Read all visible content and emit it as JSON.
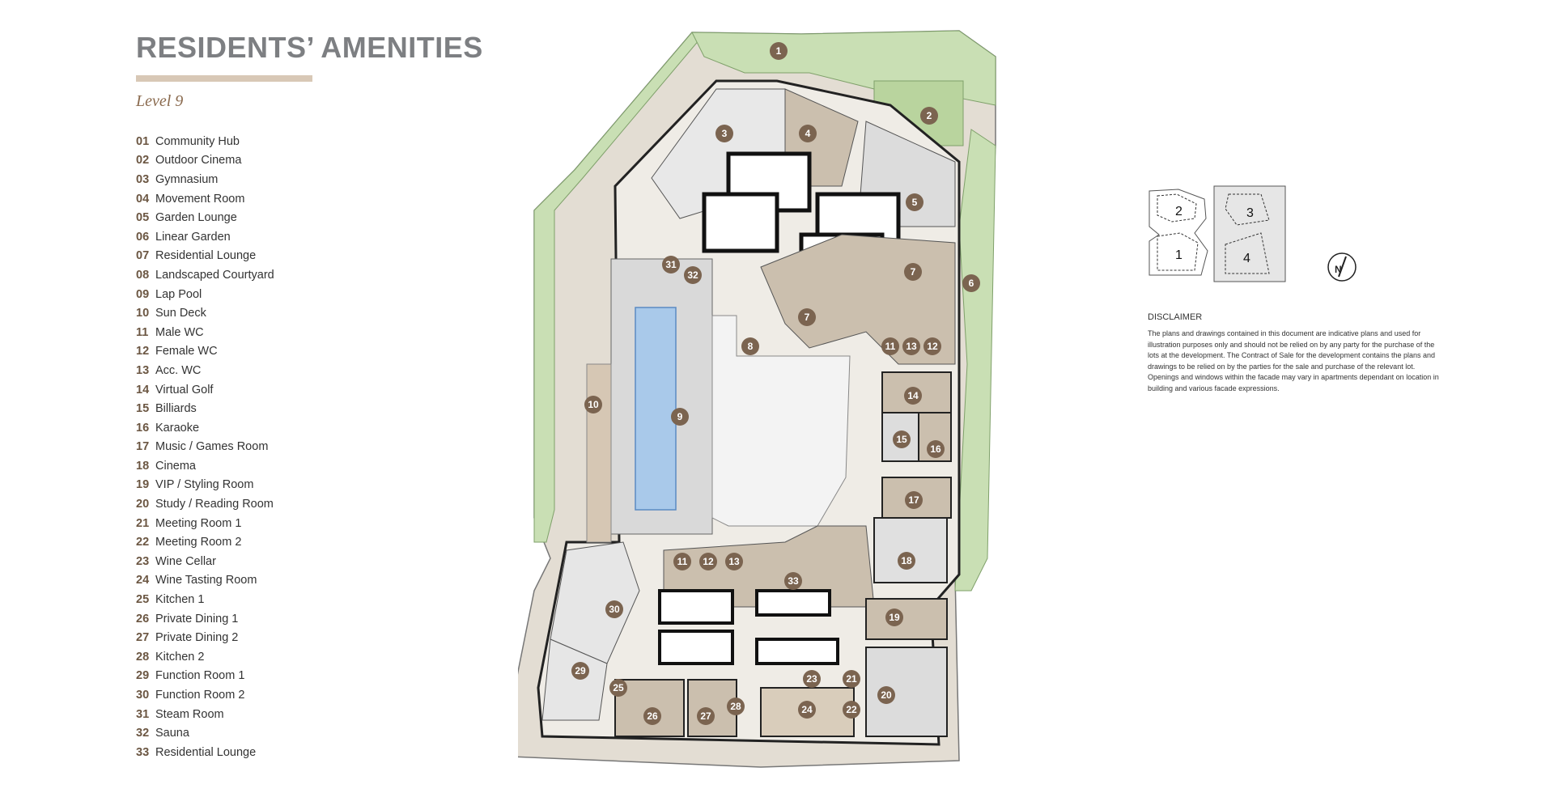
{
  "header": {
    "title": "RESIDENTS’ AMENITIES",
    "level": "Level 9"
  },
  "legend": [
    {
      "num": "01",
      "label": "Community Hub"
    },
    {
      "num": "02",
      "label": "Outdoor Cinema"
    },
    {
      "num": "03",
      "label": "Gymnasium"
    },
    {
      "num": "04",
      "label": "Movement Room"
    },
    {
      "num": "05",
      "label": "Garden Lounge"
    },
    {
      "num": "06",
      "label": "Linear Garden"
    },
    {
      "num": "07",
      "label": "Residential Lounge"
    },
    {
      "num": "08",
      "label": "Landscaped Courtyard"
    },
    {
      "num": "09",
      "label": "Lap Pool"
    },
    {
      "num": "10",
      "label": "Sun Deck"
    },
    {
      "num": "11",
      "label": "Male WC"
    },
    {
      "num": "12",
      "label": "Female WC"
    },
    {
      "num": "13",
      "label": "Acc. WC"
    },
    {
      "num": "14",
      "label": "Virtual Golf"
    },
    {
      "num": "15",
      "label": "Billiards"
    },
    {
      "num": "16",
      "label": "Karaoke"
    },
    {
      "num": "17",
      "label": "Music / Games Room"
    },
    {
      "num": "18",
      "label": "Cinema"
    },
    {
      "num": "19",
      "label": "VIP / Styling Room"
    },
    {
      "num": "20",
      "label": "Study / Reading Room"
    },
    {
      "num": "21",
      "label": "Meeting Room 1"
    },
    {
      "num": "22",
      "label": "Meeting Room 2"
    },
    {
      "num": "23",
      "label": "Wine Cellar"
    },
    {
      "num": "24",
      "label": "Wine Tasting Room"
    },
    {
      "num": "25",
      "label": "Kitchen 1"
    },
    {
      "num": "26",
      "label": "Private Dining 1"
    },
    {
      "num": "27",
      "label": "Private Dining 2"
    },
    {
      "num": "28",
      "label": "Kitchen 2"
    },
    {
      "num": "29",
      "label": "Function Room 1"
    },
    {
      "num": "30",
      "label": "Function Room 2"
    },
    {
      "num": "31",
      "label": "Steam Room"
    },
    {
      "num": "32",
      "label": "Sauna"
    },
    {
      "num": "33",
      "label": "Residential Lounge"
    }
  ],
  "plan_markers": [
    "1",
    "2",
    "3",
    "4",
    "5",
    "6",
    "7",
    "7",
    "8",
    "9",
    "10",
    "11",
    "12",
    "13",
    "14",
    "15",
    "16",
    "17",
    "18",
    "19",
    "20",
    "21",
    "22",
    "23",
    "24",
    "25",
    "26",
    "27",
    "28",
    "29",
    "30",
    "31",
    "32",
    "33",
    "11",
    "12",
    "13"
  ],
  "keyplan": {
    "lots": [
      "1",
      "2",
      "3",
      "4"
    ]
  },
  "north_label": "N",
  "disclaimer": {
    "title": "DISCLAIMER",
    "body": "The plans and drawings contained in this document are indicative plans and used for illustration purposes only and should not be relied on by any party for the purchase of the lots at the development. The Contract of Sale for the development contains the plans and drawings to be relied on by the parties for the sale and purchase of the relevant lot. Openings and windows within the facade may vary in apartments dependant on location in building and various facade expressions."
  },
  "colors": {
    "marker": "#7b6450",
    "garden": "#c9dfb4",
    "paving": "#ddd8cf",
    "timber": "#cbbfae",
    "pool": "#a9c9ea",
    "wall": "#1a1a1a",
    "title_rule": "#d8c8b6"
  }
}
